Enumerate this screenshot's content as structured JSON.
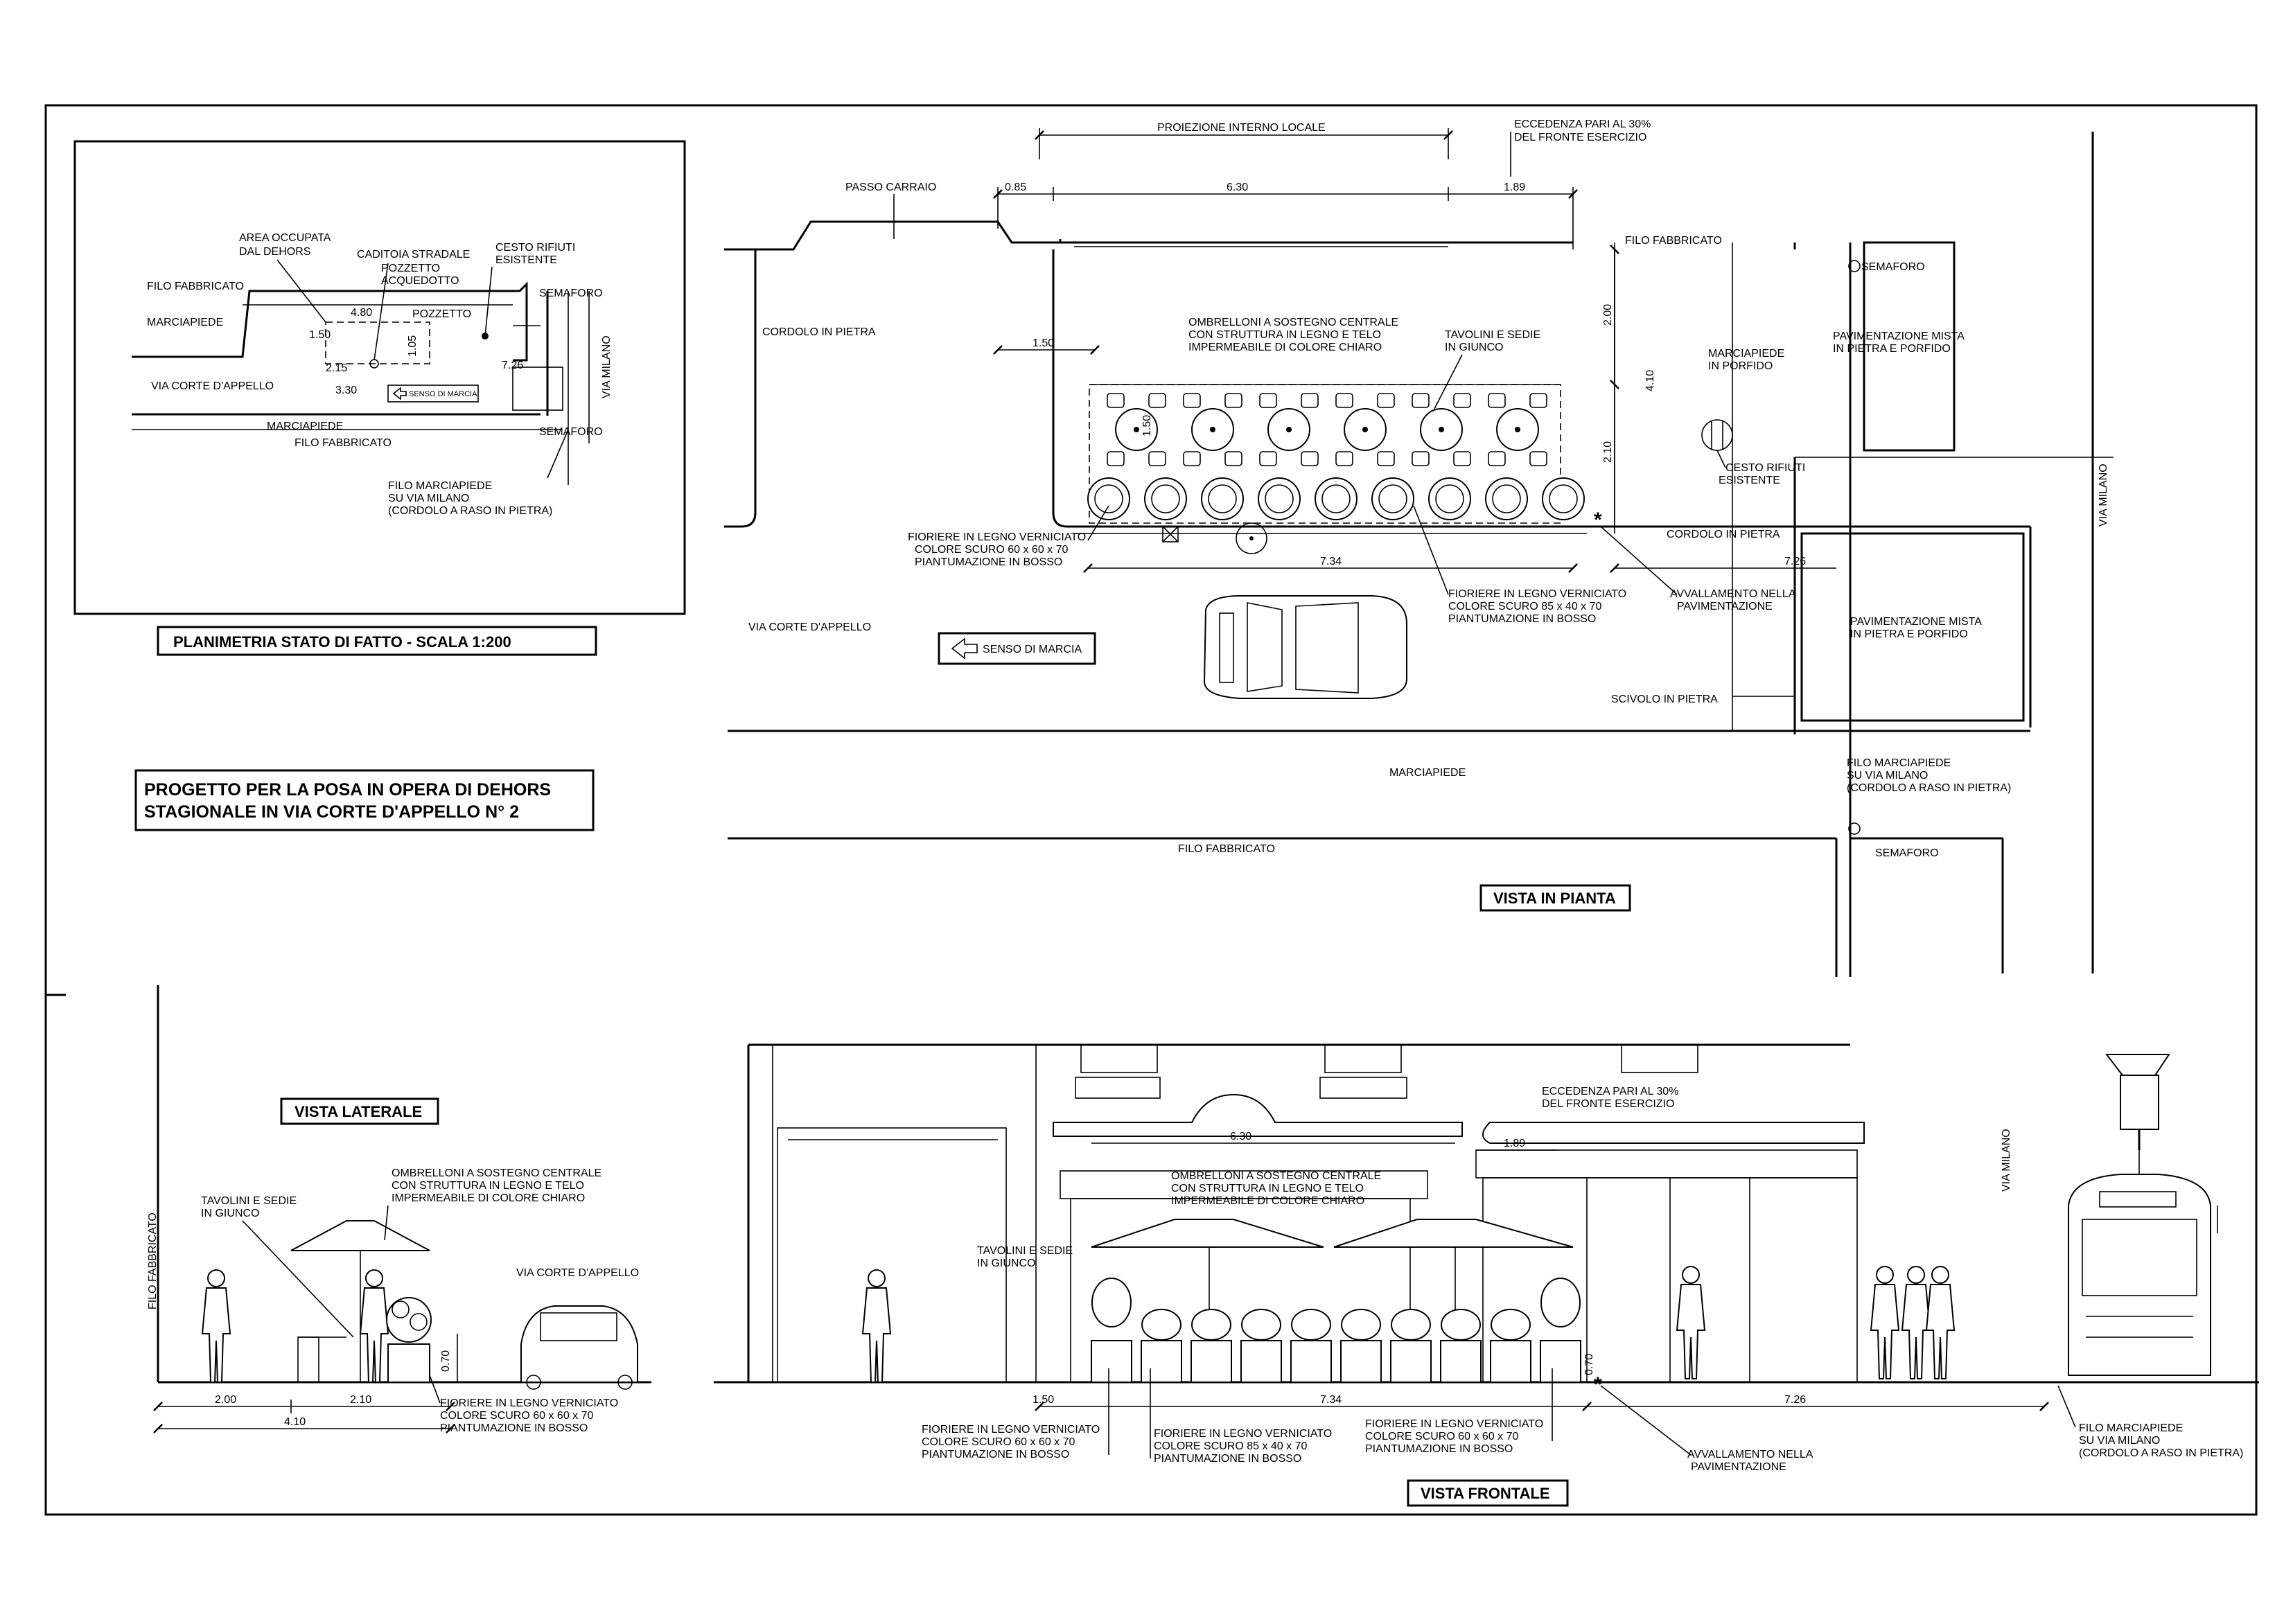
{
  "title": {
    "line1": "PROGETTO PER LA POSA IN OPERA DI DEHORS",
    "line2": "STAGIONALE IN VIA CORTE D'APPELLO N° 2"
  },
  "views": {
    "planimetria": "PLANIMETRIA  STATO DI FATTO - SCALA 1:200",
    "pianta": "VISTA IN PIANTA",
    "laterale": "VISTA LATERALE",
    "frontale": "VISTA FRONTALE"
  },
  "planimetria": {
    "area_occupata_1": "AREA OCCUPATA",
    "area_occupata_2": "DAL DEHORS",
    "caditoia": "CADITOIA STRADALE",
    "pozzetto_acq_1": "POZZETTO",
    "pozzetto_acq_2": "ACQUEDOTTO",
    "pozzetto": "POZZETTO",
    "cesto_1": "CESTO RIFIUTI",
    "cesto_2": "ESISTENTE",
    "semaforo": "SEMAFORO",
    "semaforo_2": "SEMAFORO",
    "filo_fabbricato": "FILO FABBRICATO",
    "filo_fabbricato_2": "FILO FABBRICATO",
    "marciapiede": "MARCIAPIEDE",
    "marciapiede_2": "MARCIAPIEDE",
    "via_corte": "VIA CORTE D'APPELLO",
    "via_milano": "VIA MILANO",
    "senso": "SENSO DI MARCIA",
    "filo_marc_1": "FILO MARCIAPIEDE",
    "filo_marc_2": "SU VIA MILANO",
    "filo_marc_3": "(CORDOLO A RASO IN PIETRA)",
    "d480": "4.80",
    "d150": "1.50",
    "d215": "2.15",
    "d330": "3.30",
    "d726": "7.26",
    "d105": "1.05"
  },
  "pianta": {
    "proiezione": "PROIEZIONE INTERNO LOCALE",
    "eccedenza_1": "ECCEDENZA PARI AL 30%",
    "eccedenza_2": "DEL FRONTE ESERCIZIO",
    "passo_carraio": "PASSO CARRAIO",
    "d085": "0.85",
    "d630": "6.30",
    "d189": "1.89",
    "filo_fabbricato": "FILO FABBRICATO",
    "cordolo": "CORDOLO IN PIETRA",
    "cordolo_2": "CORDOLO IN PIETRA",
    "semaforo": "SEMAFORO",
    "semaforo_2": "SEMAFORO",
    "ombrelloni_1": "OMBRELLONI A SOSTEGNO CENTRALE",
    "ombrelloni_2": "CON STRUTTURA IN LEGNO E TELO",
    "ombrelloni_3": "IMPERMEABILE DI COLORE CHIARO",
    "tavolini_1": "TAVOLINI E SEDIE",
    "tavolini_2": "IN GIUNCO",
    "d150": "1.50",
    "d200": "2.00",
    "d410": "4.10",
    "d210": "2.10",
    "d150v": "1.50",
    "d734": "7.34",
    "d726": "7.26",
    "marc_porfido_1": "MARCIAPIEDE",
    "marc_porfido_2": "IN PORFIDO",
    "pav_mista_1": "PAVIMENTAZIONE MISTA",
    "pav_mista_2": "IN PIETRA E PORFIDO",
    "pav_mista_3": "PAVIMENTAZIONE MISTA",
    "pav_mista_4": "IN PIETRA E PORFIDO",
    "cesto_1": "CESTO RIFIUTI",
    "cesto_2": "ESISTENTE",
    "fioriere_1": "FIORIERE IN LEGNO VERNICIATO",
    "fioriere_2": "COLORE SCURO 60 x 60 x 70",
    "fioriere_3": "PIANTUMAZIONE IN BOSSO",
    "fioriere_b1": "FIORIERE IN LEGNO VERNICIATO",
    "fioriere_b2": "COLORE SCURO 85 x 40 x 70",
    "fioriere_b3": "PIANTUMAZIONE IN BOSSO",
    "avvallamento_1": "AVVALLAMENTO NELLA",
    "avvallamento_2": "PAVIMENTAZIONE",
    "via_corte": "VIA CORTE D'APPELLO",
    "senso": "SENSO DI MARCIA",
    "scivolo": "SCIVOLO IN PIETRA",
    "marciapiede": "MARCIAPIEDE",
    "filo_fabbricato_2": "FILO FABBRICATO",
    "filo_marc_1": "FILO MARCIAPIEDE",
    "filo_marc_2": "SU VIA MILANO",
    "filo_marc_3": "(CORDOLO A RASO IN PIETRA)",
    "via_milano": "VIA MILANO"
  },
  "laterale": {
    "filo_fabbricato": "FILO FABBRICATO",
    "tavolini_1": "TAVOLINI E SEDIE",
    "tavolini_2": "IN GIUNCO",
    "ombrelloni_1": "OMBRELLONI A SOSTEGNO CENTRALE",
    "ombrelloni_2": "CON STRUTTURA IN LEGNO E TELO",
    "ombrelloni_3": "IMPERMEABILE DI COLORE CHIARO",
    "via_corte": "VIA CORTE D'APPELLO",
    "d070": "0.70",
    "d200": "2.00",
    "d210": "2.10",
    "d410": "4.10",
    "fioriere_1": "FIORIERE IN LEGNO VERNICIATO",
    "fioriere_2": "COLORE SCURO 60 x 60 x 70",
    "fioriere_3": "PIANTUMAZIONE IN BOSSO"
  },
  "frontale": {
    "eccedenza_1": "ECCEDENZA PARI AL 30%",
    "eccedenza_2": "DEL FRONTE ESERCIZIO",
    "d630": "6.30",
    "d189": "1.89",
    "ombrelloni_1": "OMBRELLONI A SOSTEGNO CENTRALE",
    "ombrelloni_2": "CON STRUTTURA IN LEGNO E TELO",
    "ombrelloni_3": "IMPERMEABILE DI COLORE CHIARO",
    "tavolini_1": "TAVOLINI E SEDIE",
    "tavolini_2": "IN GIUNCO",
    "via_milano": "VIA MILANO",
    "d070": "0.70",
    "d150": "1.50",
    "d734": "7.34",
    "d726": "7.26",
    "fioriere_a1": "FIORIERE IN LEGNO VERNICIATO",
    "fioriere_a2": "COLORE SCURO 60 x 60 x 70",
    "fioriere_a3": "PIANTUMAZIONE IN BOSSO",
    "fioriere_b1": "FIORIERE IN LEGNO VERNICIATO",
    "fioriere_b2": "COLORE SCURO 85 x 40 x 70",
    "fioriere_b3": "PIANTUMAZIONE IN BOSSO",
    "fioriere_c1": "FIORIERE IN LEGNO VERNICIATO",
    "fioriere_c2": "COLORE SCURO 60 x 60 x 70",
    "fioriere_c3": "PIANTUMAZIONE IN BOSSO",
    "avvallamento_1": "AVVALLAMENTO NELLA",
    "avvallamento_2": "PAVIMENTAZIONE",
    "filo_marc_1": "FILO MARCIAPIEDE",
    "filo_marc_2": "SU VIA MILANO",
    "filo_marc_3": "(CORDOLO A RASO IN PIETRA)"
  }
}
